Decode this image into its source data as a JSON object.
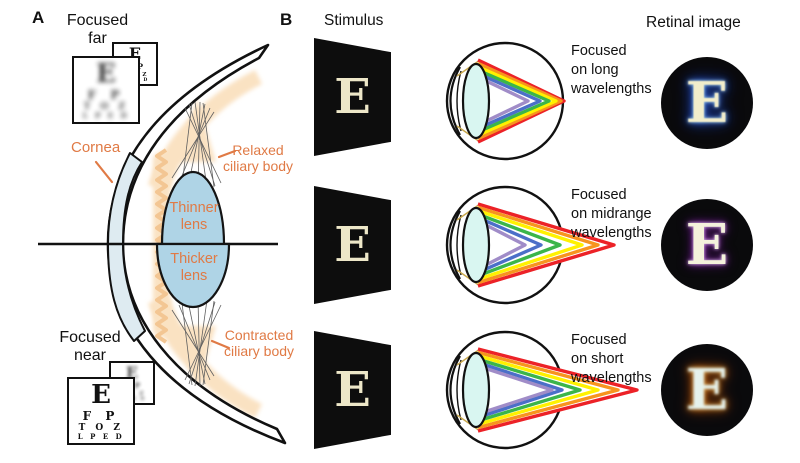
{
  "colors": {
    "accent_orange": "#E07A45",
    "peach": "#FAE2C2",
    "zigzag_orange": "#F3C693",
    "cornea_blue": "#DEEBF1",
    "lens_blue": "#AFD4E6",
    "eye_lens_cyan": "#D9F6F1",
    "stimulus_bg": "#0D0D0D",
    "stimulus_letter": "#EDE7C8",
    "rainbow": {
      "red": "#EC2227",
      "orange": "#F7941E",
      "yellow": "#FFF100",
      "green": "#3BB54A",
      "blue": "#4B6FC8",
      "purple": "#A08CC8"
    }
  },
  "panel_a": {
    "label": "A",
    "focused_far": {
      "line1": "Focused",
      "line2": "far"
    },
    "focused_near": {
      "line1": "Focused",
      "line2": "near"
    },
    "cornea_label": "Cornea",
    "relaxed_ciliary": {
      "line1": "Relaxed",
      "line2": "ciliary body"
    },
    "contracted_ciliary": {
      "line1": "Contracted",
      "line2": "ciliary body"
    },
    "thinner_lens": {
      "line1": "Thinner",
      "line2": "lens"
    },
    "thicker_lens": {
      "line1": "Thicker",
      "line2": "lens"
    },
    "eye_chart_rows": [
      "E",
      "F P",
      "T O Z",
      "L P E D"
    ]
  },
  "panel_b": {
    "label": "B",
    "stimulus_header": "Stimulus",
    "retinal_header": "Retinal image",
    "stimulus_letter": "E",
    "retinal_letter": "E",
    "rows": [
      {
        "focus_label": {
          "line1": "Focused",
          "line2": "on long",
          "line3": "wavelengths"
        },
        "fringe": "blue"
      },
      {
        "focus_label": {
          "line1": "Focused",
          "line2": "on midrange",
          "line3": "wavelengths"
        },
        "fringe": "purple"
      },
      {
        "focus_label": {
          "line1": "Focused",
          "line2": "on short",
          "line3": "wavelengths"
        },
        "fringe": "orange"
      }
    ]
  }
}
